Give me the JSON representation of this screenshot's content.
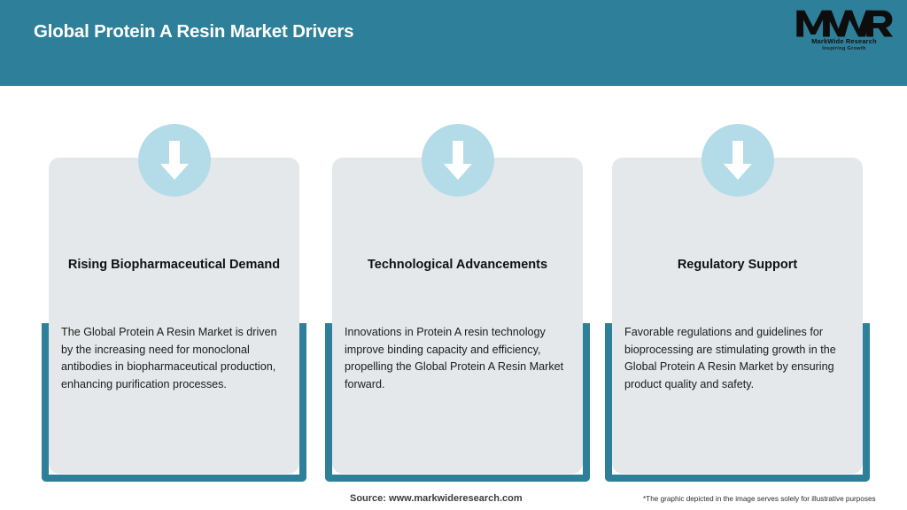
{
  "header": {
    "title": "Global Protein A Resin Market Drivers",
    "background_color": "#2E7F99",
    "title_color": "#FFFFFF"
  },
  "logo": {
    "monogram": "MWR",
    "name": "MarkWide Research",
    "tagline": "Inspiring Growth"
  },
  "cards": [
    {
      "icon": "down-arrow-icon",
      "title": "Rising Biopharmaceutical Demand",
      "body": "The Global Protein A Resin Market is driven by the increasing need for monoclonal antibodies in biopharmaceutical production, enhancing purification processes."
    },
    {
      "icon": "down-arrow-icon",
      "title": "Technological Advancements",
      "body": "Innovations in Protein A resin technology improve binding capacity and efficiency, propelling the Global Protein A Resin Market forward."
    },
    {
      "icon": "down-arrow-icon",
      "title": "Regulatory Support",
      "body": "Favorable regulations and guidelines for bioprocessing are stimulating growth in the Global Protein A Resin Market by ensuring product quality and safety."
    }
  ],
  "footer": {
    "source": "Source: www.markwideresearch.com",
    "disclaimer": "*The graphic depicted in the image serves solely for illustrative purposes"
  },
  "colors": {
    "teal": "#2E7F99",
    "card_background": "#E4E8EA",
    "circle_blue": "#B3DCE8",
    "arrow_white": "#FFFFFF"
  }
}
